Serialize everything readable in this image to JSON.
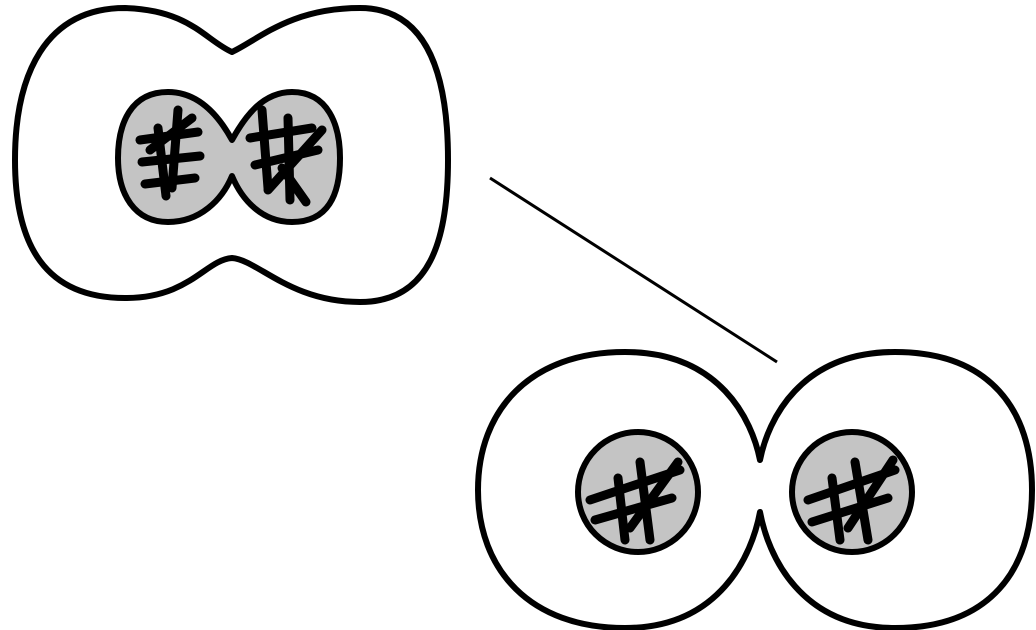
{
  "diagram": {
    "stages": [
      {
        "id": "early",
        "nuclei": 2,
        "furrow": "shallow"
      },
      {
        "id": "late",
        "nuclei": 2,
        "furrow": "deep"
      }
    ],
    "colors": {
      "stroke": "#000000",
      "nucleus_fill": "#c4c4c4",
      "cell_fill": "#ffffff"
    }
  }
}
